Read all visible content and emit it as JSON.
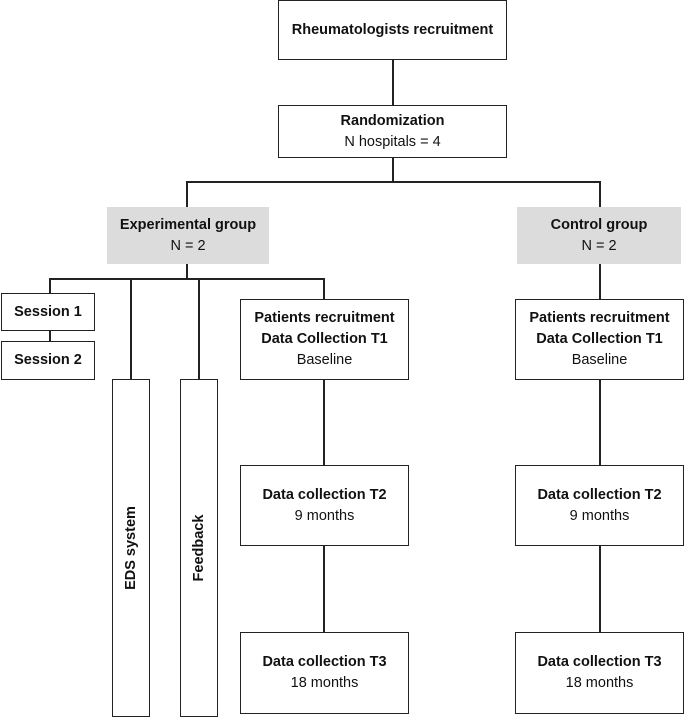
{
  "top": {
    "title": "Rheumatologists recruitment"
  },
  "randomization": {
    "title": "Randomization",
    "detail": "N hospitals = 4"
  },
  "experimental": {
    "title": "Experimental group",
    "n": "N = 2",
    "session1": "Session 1",
    "session2": "Session 2",
    "eds": "EDS system",
    "feedback": "Feedback",
    "t1": {
      "line1": "Patients recruitment",
      "line2": "Data Collection T1",
      "line3": "Baseline"
    },
    "t2": {
      "title": "Data collection T2",
      "detail": "9 months"
    },
    "t3": {
      "title": "Data collection T3",
      "detail": "18 months"
    }
  },
  "control": {
    "title": "Control group",
    "n": "N = 2",
    "t1": {
      "line1": "Patients recruitment",
      "line2": "Data Collection T1",
      "line3": "Baseline"
    },
    "t2": {
      "title": "Data collection T2",
      "detail": "9 months"
    },
    "t3": {
      "title": "Data collection T3",
      "detail": "18 months"
    }
  }
}
